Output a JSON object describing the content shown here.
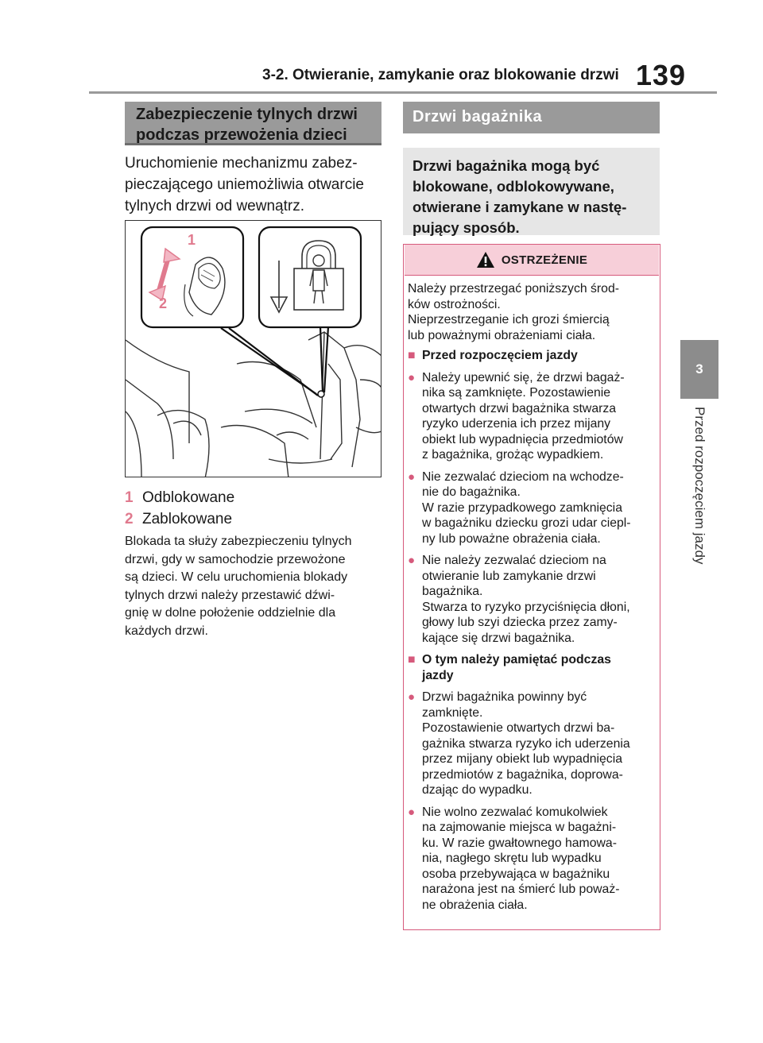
{
  "header": {
    "section": "3-2. Otwieranie, zamykanie oraz blokowanie drzwi",
    "page_number": "139"
  },
  "side_tab": {
    "chapter": "3",
    "label": "Przed rozpoczęciem jazdy"
  },
  "left": {
    "heading_line1": "Zabezpieczenie tylnych drzwi",
    "heading_line2": "podczas przewożenia dzieci",
    "intro_line1": "Uruchomienie mechanizmu zabez-",
    "intro_line2": "pieczającego uniemożliwia otwarcie",
    "intro_line3": "tylnych drzwi od wewnątrz.",
    "figure_labels": {
      "one": "1",
      "two": "2"
    },
    "legend": [
      {
        "num": "1",
        "text": "Odblokowane"
      },
      {
        "num": "2",
        "text": "Zablokowane"
      }
    ],
    "note_lines": [
      "Blokada ta służy zabezpieczeniu tylnych",
      "drzwi, gdy w samochodzie przewożone",
      "są dzieci. W celu uruchomienia blokady",
      "tylnych drzwi należy przestawić dźwi-",
      "gnię w dolne położenie oddzielnie dla",
      "każdych drzwi."
    ]
  },
  "right": {
    "heading": "Drzwi bagażnika",
    "subheading_lines": [
      "Drzwi bagażnika mogą być",
      "blokowane, odblokowywane,",
      "otwierane i zamykane w nastę-",
      "pujący sposób."
    ],
    "warning": {
      "title": "OSTRZEŻENIE",
      "intro_lines": [
        "Należy przestrzegać poniższych środ-",
        "ków ostrożności.",
        "Nieprzestrzeganie ich grozi śmiercią",
        "lub poważnymi obrażeniami ciała."
      ],
      "sections": [
        {
          "title": "Przed rozpoczęciem jazdy",
          "items": [
            {
              "lines": [
                "Należy upewnić się, że drzwi bagaż-",
                "nika są zamknięte. Pozostawienie",
                "otwartych drzwi bagażnika stwarza",
                "ryzyko uderzenia ich przez mijany",
                "obiekt lub wypadnięcia przedmiotów",
                "z bagażnika, grożąc wypadkiem."
              ]
            },
            {
              "lines": [
                "Nie zezwalać dzieciom na wchodze-",
                "nie do bagażnika.",
                "W razie przypadkowego zamknięcia",
                "w bagażniku dziecku grozi udar ciepl-",
                "ny lub poważne obrażenia ciała."
              ]
            },
            {
              "lines": [
                "Nie należy zezwalać dzieciom na",
                "otwieranie lub zamykanie drzwi",
                "bagażnika.",
                "Stwarza to ryzyko przyciśnięcia dłoni,",
                "głowy lub szyi dziecka przez zamy-",
                "kające się drzwi bagażnika."
              ]
            }
          ]
        },
        {
          "title_line1": "O tym należy pamiętać podczas",
          "title_line2": "jazdy",
          "items": [
            {
              "lines": [
                "Drzwi bagażnika powinny być",
                "zamknięte.",
                "Pozostawienie otwartych drzwi ba-",
                "gażnika stwarza ryzyko ich uderzenia",
                "przez mijany obiekt lub wypadnięcia",
                "przedmiotów z bagażnika, doprowa-",
                "dzając do wypadku."
              ]
            },
            {
              "lines": [
                "Nie wolno zezwalać komukolwiek",
                "na zajmowanie miejsca w bagażni-",
                "ku. W razie gwałtownego hamowa-",
                "nia, nagłego skrętu lub wypadku",
                "osoba przebywająca w bagażniku",
                "narażona jest na śmierć lub poważ-",
                "ne obrażenia ciała."
              ]
            }
          ]
        }
      ]
    }
  },
  "colors": {
    "accent_pink": "#d65a7c",
    "warning_header_bg": "#f7cfd9",
    "heading_gray": "#9a9a9a",
    "legend_number": "#e07a8e"
  }
}
